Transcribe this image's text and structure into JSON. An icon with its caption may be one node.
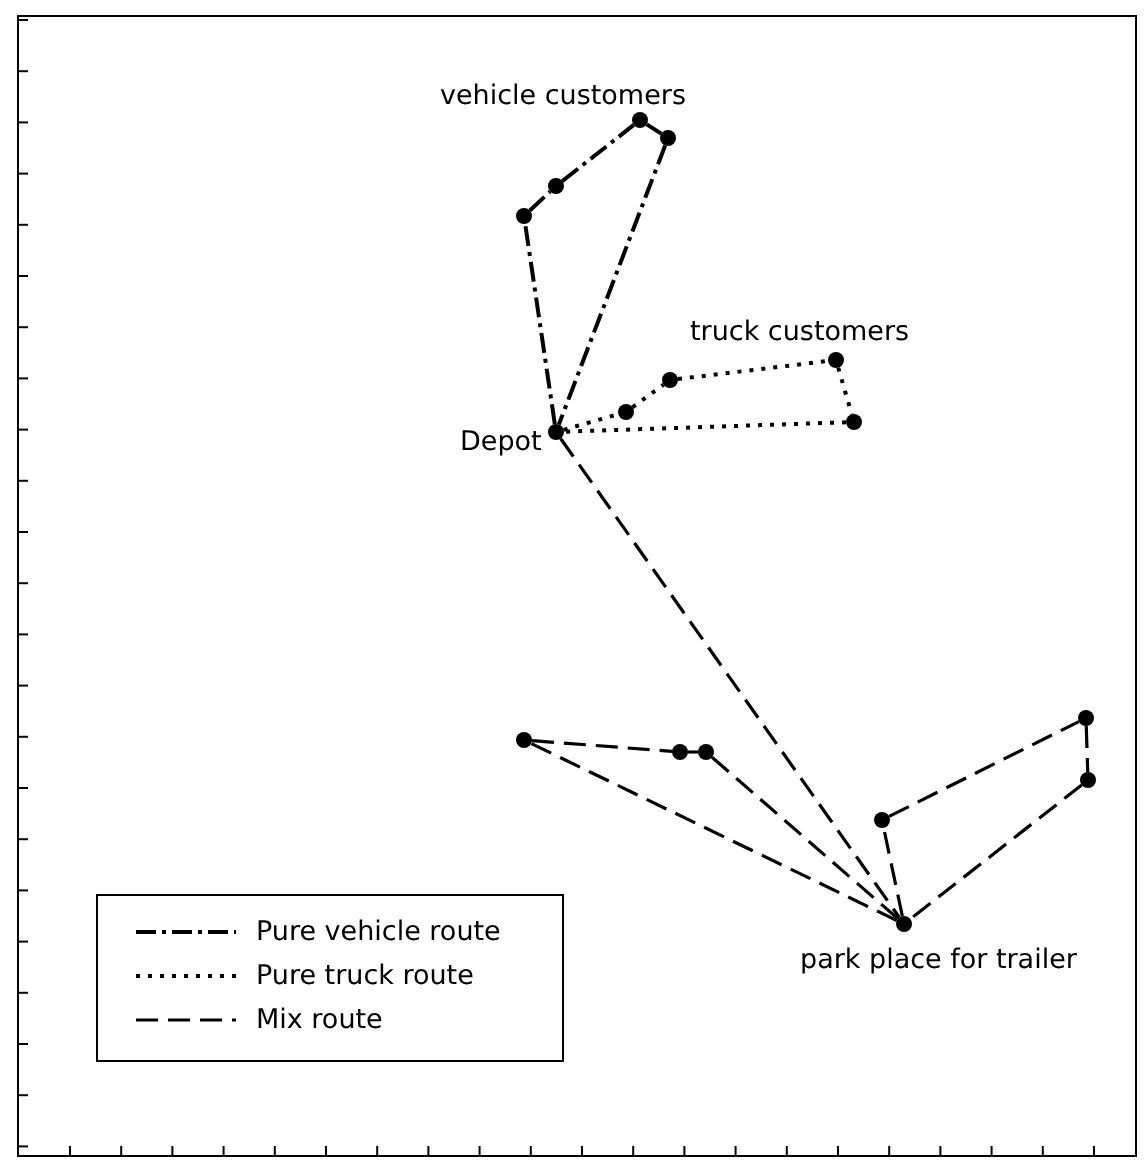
{
  "diagram": {
    "nodes": [
      {
        "text": [
          "Depot"
        ]
      },
      {
        "text": [],
        "shape": "circle"
      },
      {
        "text": [],
        "shape": "circle"
      },
      {
        "text": [],
        "shape": "circle"
      },
      {
        "text": [],
        "shape": "circle"
      },
      {
        "text": [],
        "shape": "circle"
      },
      {
        "text": [],
        "shape": "circle"
      },
      {
        "text": [],
        "shape": "circle"
      },
      {
        "text": [],
        "shape": "circle"
      },
      {
        "text": [
          "park place for trailer"
        ]
      },
      {
        "text": [],
        "shape": "circle"
      },
      {
        "text": [],
        "shape": "circle"
      },
      {
        "text": [],
        "shape": "circle"
      },
      {
        "text": [],
        "shape": "circle"
      },
      {
        "text": [],
        "shape": "circle"
      },
      {
        "text": [],
        "shape": "circle"
      }
    ],
    "edges": [
      {
        "from": 0,
        "to": 1,
        "arrow": "none",
        "style": "dashed"
      },
      {
        "from": 1,
        "to": 2,
        "arrow": "none",
        "style": "dashed"
      },
      {
        "from": 2,
        "to": 3,
        "arrow": "none",
        "style": "dashed"
      },
      {
        "from": 3,
        "to": 4,
        "arrow": "none",
        "style": "dashed"
      },
      {
        "from": 4,
        "to": 0,
        "arrow": "none",
        "style": "dashed"
      },
      {
        "from": 0,
        "to": 5,
        "arrow": "none",
        "style": "dashed"
      },
      {
        "from": 5,
        "to": 6,
        "arrow": "none",
        "style": "dashed"
      },
      {
        "from": 6,
        "to": 7,
        "arrow": "none",
        "style": "dashed"
      },
      {
        "from": 7,
        "to": 8,
        "arrow": "none",
        "style": "dashed"
      },
      {
        "from": 8,
        "to": 0,
        "arrow": "none",
        "style": "dashed"
      },
      {
        "from": 0,
        "to": 9,
        "arrow": "none",
        "style": "dashed"
      },
      {
        "from": 9,
        "to": 10,
        "arrow": "none",
        "style": "dashed"
      },
      {
        "from": 10,
        "to": 11,
        "arrow": "none",
        "style": "dashed"
      },
      {
        "from": 11,
        "to": 12,
        "arrow": "none",
        "style": "dashed"
      },
      {
        "from": 12,
        "to": 9,
        "arrow": "none",
        "style": "dashed"
      },
      {
        "from": 9,
        "to": 13,
        "arrow": "none",
        "style": "dashed"
      },
      {
        "from": 13,
        "to": 14,
        "arrow": "none",
        "style": "dashed"
      },
      {
        "from": 14,
        "to": 15,
        "arrow": "none",
        "style": "dashed"
      },
      {
        "from": 15,
        "to": 9,
        "arrow": "none",
        "style": "dashed"
      }
    ],
    "labels": [
      "vehicle customers",
      "truck customers"
    ],
    "legend": [
      {
        "text": "Pure vehicle route"
      },
      {
        "text": "Pure truck route"
      },
      {
        "text": "Mix route"
      }
    ]
  }
}
